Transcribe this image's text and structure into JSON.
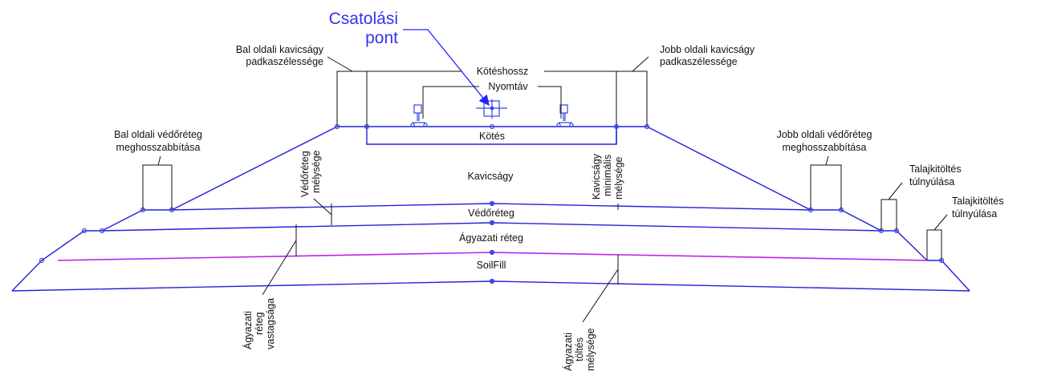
{
  "title": {
    "line1": "Csatolási",
    "line2": "pont"
  },
  "colors": {
    "layer_line": "#2222dd",
    "fill_top": "#bb22ee",
    "dimension": "#111111",
    "callout": "#4444ee",
    "node": "#4444ee"
  },
  "dimensions": {
    "tie_length": "Kötéshossz",
    "gauge": "Nyomtáv",
    "left_shoulder": {
      "line1": "Bal oldali kavicságy",
      "line2": "padkaszélessége"
    },
    "right_shoulder": {
      "line1": "Jobb oldali kavicságy",
      "line2": "padkaszélessége"
    },
    "left_protect_ext": {
      "line1": "Bal oldali védőréteg",
      "line2": "meghosszabbítása"
    },
    "right_protect_ext": {
      "line1": "Jobb oldali védőréteg",
      "line2": "meghosszabbítása"
    },
    "fill_overhang_1": {
      "line1": "Talajkitöltés",
      "line2": "túlnyúlása"
    },
    "fill_overhang_2": {
      "line1": "Talajkitöltés",
      "line2": "túlnyúlása"
    },
    "protect_depth": {
      "line1": "Védőréteg",
      "line2": "mélysége"
    },
    "ballast_min_depth": {
      "line1": "Kavicságy",
      "line2": "minimális",
      "line3": "mélysége"
    },
    "subballast_thickness": {
      "line1": "Ágyazati",
      "line2": "réteg",
      "line3": "vastagsága"
    },
    "subballast_fill_depth": {
      "line1": "Ágyazati",
      "line2": "töltés",
      "line3": "mélysége"
    }
  },
  "layers": {
    "tie": "Kötés",
    "ballast": "Kavicságy",
    "protective": "Védőréteg",
    "subballast": "Ágyazati réteg",
    "soilfill": "SoilFill"
  }
}
